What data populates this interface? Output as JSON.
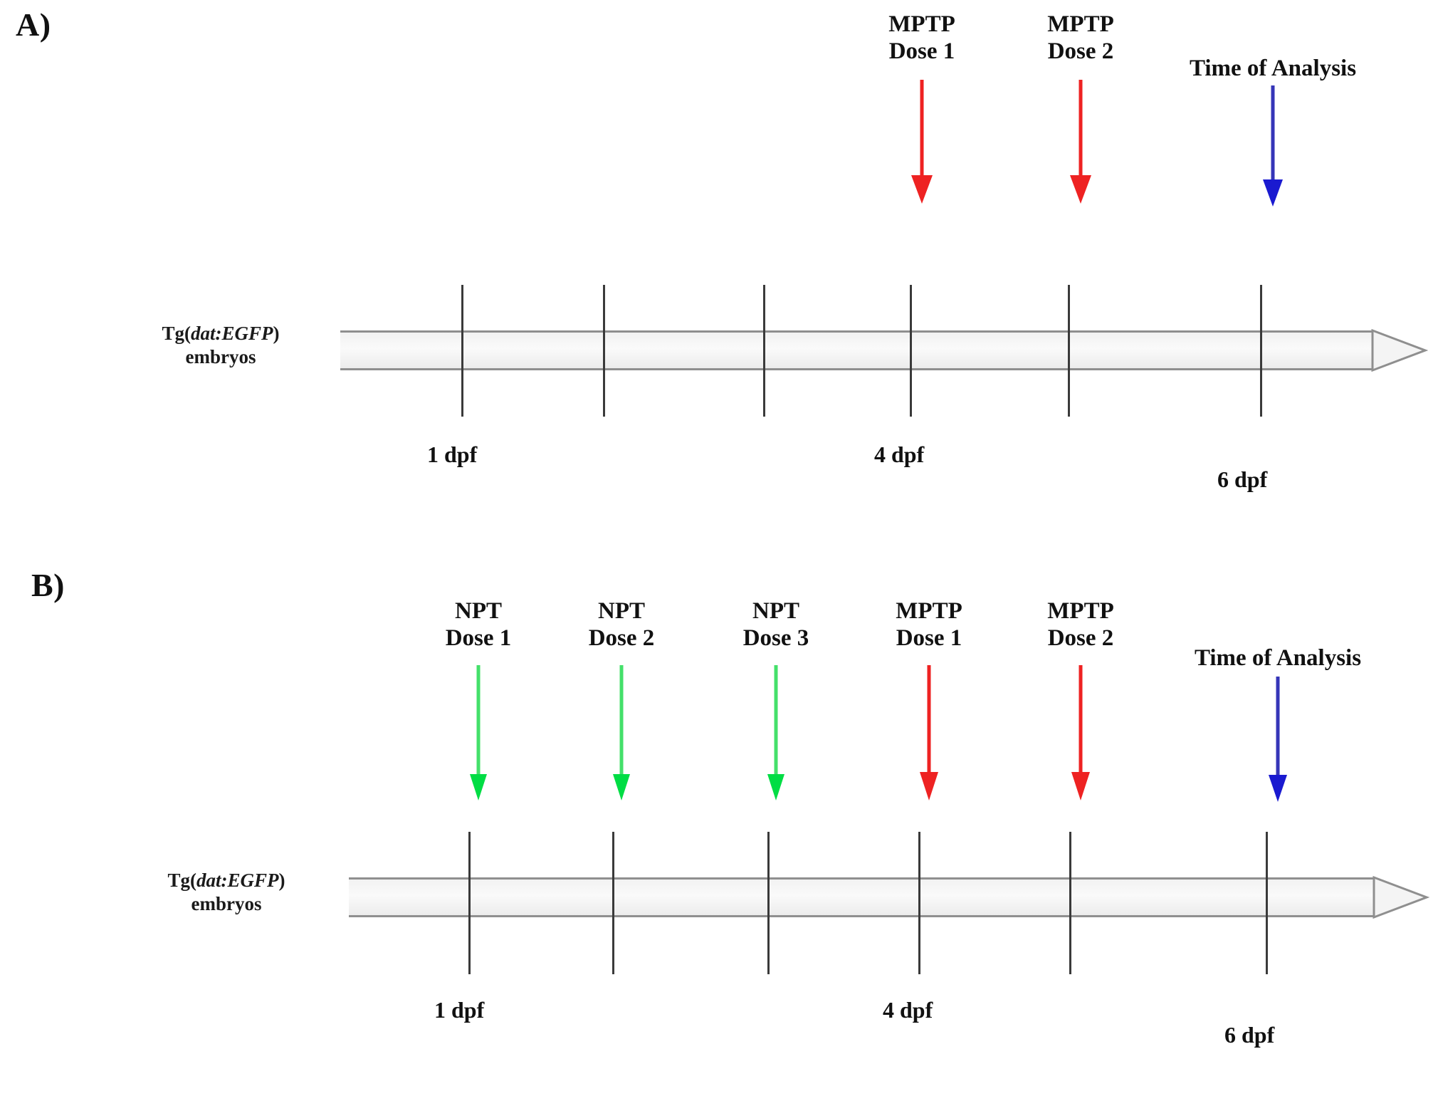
{
  "figure": {
    "type": "experimental-timeline-diagram",
    "background": "#ffffff",
    "panels": [
      {
        "id": "A",
        "letter": "A)",
        "timeline_label_line1_prefix": "Tg(",
        "timeline_label_line1_italic": "dat:EGFP",
        "timeline_label_line1_suffix": ")",
        "timeline_label_line2": "embryos",
        "tick_count": 6,
        "axis_labels": [
          {
            "text": "1 dpf",
            "tick_index": 1
          },
          {
            "text": "4 dpf",
            "tick_index": 4
          },
          {
            "text": "6 dpf",
            "tick_index": 6
          }
        ],
        "events": [
          {
            "line1": "MPTP",
            "line2": "Dose 1",
            "color": "#ee2222",
            "tick_index": 4
          },
          {
            "line1": "MPTP",
            "line2": "Dose 2",
            "color": "#ee2222",
            "tick_index": 5
          },
          {
            "line1": "Time of Analysis",
            "line2": "",
            "color": "#1a1ad0",
            "tick_index": 6
          }
        ]
      },
      {
        "id": "B",
        "letter": "B)",
        "timeline_label_line1_prefix": "Tg(",
        "timeline_label_line1_italic": "dat:EGFP",
        "timeline_label_line1_suffix": ")",
        "timeline_label_line2": "embryos",
        "tick_count": 6,
        "axis_labels": [
          {
            "text": "1 dpf",
            "tick_index": 1
          },
          {
            "text": "4 dpf",
            "tick_index": 4
          },
          {
            "text": "6 dpf",
            "tick_index": 6
          }
        ],
        "events": [
          {
            "line1": "NPT",
            "line2": "Dose 1",
            "color": "#00dd44",
            "tick_index": 1
          },
          {
            "line1": "NPT",
            "line2": "Dose 2",
            "color": "#00dd44",
            "tick_index": 2
          },
          {
            "line1": "NPT",
            "line2": "Dose 3",
            "color": "#00dd44",
            "tick_index": 3
          },
          {
            "line1": "MPTP",
            "line2": "Dose 1",
            "color": "#ee2222",
            "tick_index": 4
          },
          {
            "line1": "MPTP",
            "line2": "Dose 2",
            "color": "#ee2222",
            "tick_index": 5
          },
          {
            "line1": "Time of Analysis",
            "line2": "",
            "color": "#1a1ad0",
            "tick_index": 6
          }
        ]
      }
    ],
    "colors": {
      "mptp_arrow": "#ee2222",
      "npt_arrow": "#00dd44",
      "analysis_arrow": "#1a1ad0",
      "tick": "#3a3a3a",
      "timeline_outline": "#8f8f8f",
      "timeline_fill": "#f2f2f2",
      "text": "#111111"
    }
  }
}
